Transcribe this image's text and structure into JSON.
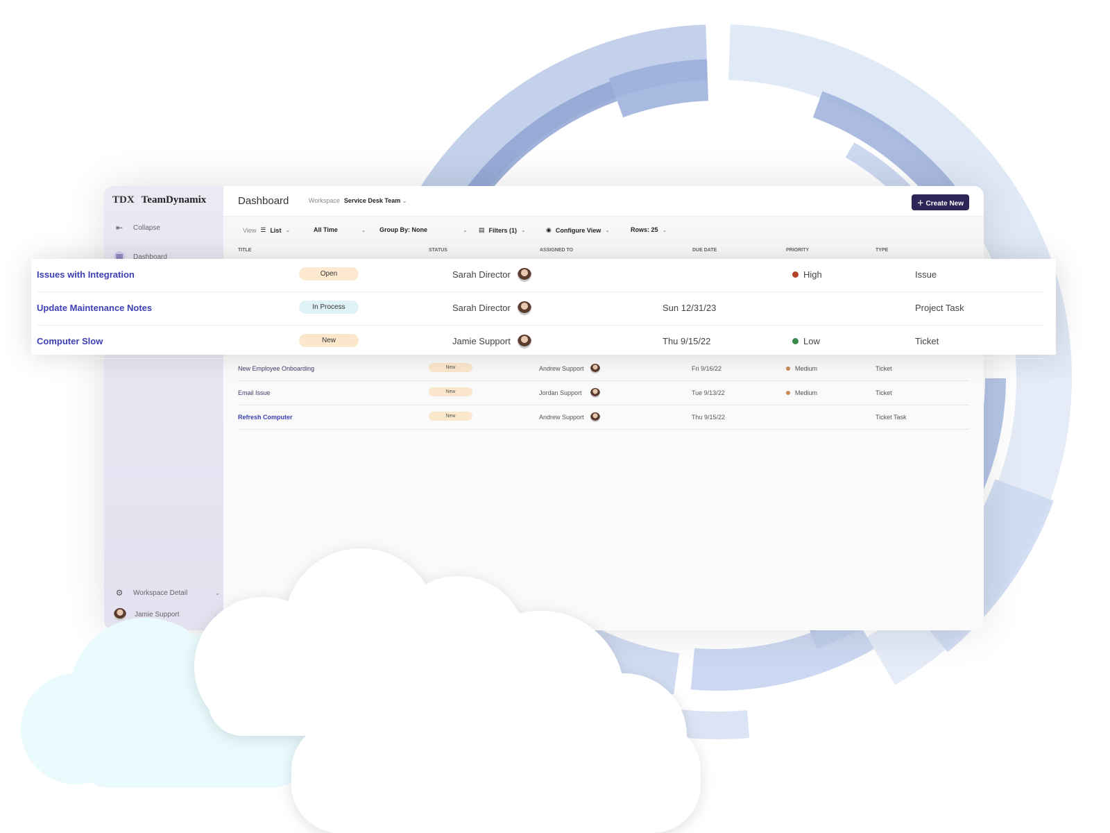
{
  "app": {
    "logo_mark": "TDX",
    "name": "TeamDynamix"
  },
  "sidebar": {
    "collapse": "Collapse",
    "dashboard": "Dashboard",
    "workspace_detail": "Workspace Detail",
    "user": "Jamie Support"
  },
  "header": {
    "title": "Dashboard",
    "workspace_label": "Workspace",
    "workspace_value": "Service Desk Team",
    "create_new": "Create New"
  },
  "toolbar": {
    "view_label": "View",
    "view_value": "List",
    "time": "All Time",
    "group_by": "Group By: None",
    "filters": "Filters (1)",
    "configure": "Configure View",
    "rows": "Rows: 25"
  },
  "columns": [
    "TITLE",
    "STATUS",
    "ASSIGNED TO",
    "DUE DATE",
    "PRIORITY",
    "TYPE"
  ],
  "colors": {
    "accent": "#2e2458",
    "link": "#3b3fb3",
    "high": "#b5432a",
    "medium": "#c98a50",
    "low": "#3a8a4a",
    "open_bg": "#fde9cf",
    "inprocess_bg": "#dff3f7",
    "new_bg": "#fbe8cc"
  },
  "highlighted_rows": [
    {
      "title": "Issues with Integration",
      "status": "Open",
      "assigned": "Sarah Director",
      "due": "",
      "priority": "High",
      "type": "Issue"
    },
    {
      "title": "Update Maintenance Notes",
      "status": "In Process",
      "assigned": "Sarah Director",
      "due": "Sun 12/31/23",
      "priority": "",
      "type": "Project Task"
    },
    {
      "title": "Computer Slow",
      "status": "New",
      "assigned": "Jamie Support",
      "due": "Thu 9/15/22",
      "priority": "Low",
      "type": "Ticket"
    }
  ],
  "rows": [
    {
      "title": "New Employee Onboarding",
      "status": "New",
      "assigned": "Andrew Support",
      "due": "Fri 9/16/22",
      "priority": "Medium",
      "type": "Ticket"
    },
    {
      "title": "Email Issue",
      "status": "New",
      "assigned": "Jordan Support",
      "due": "Tue 9/13/22",
      "priority": "Medium",
      "type": "Ticket"
    },
    {
      "title": "Refresh Computer",
      "status": "New",
      "assigned": "Andrew Support",
      "due": "Thu 9/15/22",
      "priority": "",
      "type": "Ticket Task"
    }
  ]
}
